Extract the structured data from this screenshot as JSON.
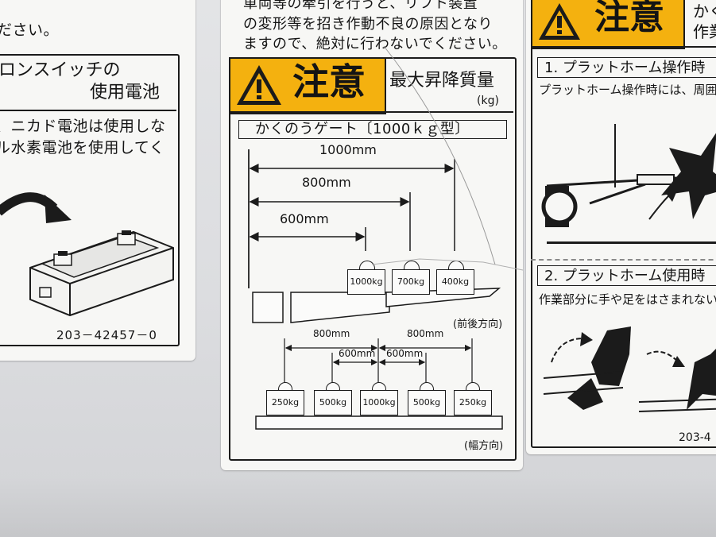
{
  "left_label": {
    "top_line": "ださい。",
    "heading_line1": "ロンスイッチの",
    "heading_line2": "使用電池",
    "body_line1": "、ニカド電池は使用しな",
    "body_line2": "ル水素電池を使用してく",
    "part_number": "203－42457－0"
  },
  "center_label": {
    "top_line1": "車両等の牽引を行うと、リフト装置",
    "top_line2": "の変形等を招き作動不良の原因となり",
    "top_line3": "ますので、絶対に行わないでください。",
    "caution_word": "注意",
    "max_load_title": "最大昇降質量",
    "unit": "(kg)",
    "gate_title": "かくのうゲート〔1000ｋｇ型〕",
    "front_back": {
      "dim_1000": "1000mm",
      "dim_800": "800mm",
      "dim_600": "600mm",
      "w1": "1000kg",
      "w2": "700kg",
      "w3": "400kg",
      "direction": "(前後方向)"
    },
    "width": {
      "dim_800_left": "800mm",
      "dim_800_right": "800mm",
      "dim_600_left": "600mm",
      "dim_600_right": "600mm",
      "w1": "250kg",
      "w2": "500kg",
      "w3": "1000kg",
      "w4": "500kg",
      "w5": "250kg",
      "direction": "(幅方向)"
    }
  },
  "right_label": {
    "caution_word": "注意",
    "heading_frag1": "かく",
    "heading_frag2": "作業",
    "section1_title": "1. プラットホーム操作時",
    "section1_body": "プラットホーム操作時には、周囲",
    "section2_title": "2. プラットホーム使用時",
    "section2_body": "作業部分に手や足をはさまれない",
    "part_number": "203-4"
  },
  "colors": {
    "caution_yellow": "#f4b10f",
    "label_white": "#f7f7f5",
    "ink": "#141414"
  }
}
